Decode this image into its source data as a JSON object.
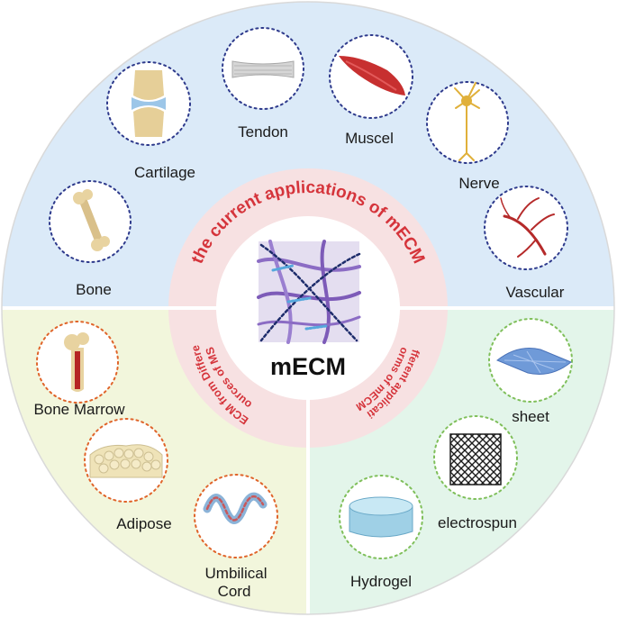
{
  "center": {
    "title": "mECM"
  },
  "rings": {
    "top": "the current applications of mECM",
    "bottom_left_line1": "mECM from Different",
    "bottom_left_line2": "Sources of MSC",
    "bottom_right_line1": "different application",
    "bottom_right_line2": "forms of mECM"
  },
  "applications": [
    {
      "label": "Bone",
      "icon": "bone-icon"
    },
    {
      "label": "Cartilage",
      "icon": "cartilage-joint-icon"
    },
    {
      "label": "Tendon",
      "icon": "tendon-icon"
    },
    {
      "label": "Muscel",
      "icon": "muscle-icon"
    },
    {
      "label": "Nerve",
      "icon": "neuron-icon"
    },
    {
      "label": "Vascular",
      "icon": "vascular-icon"
    }
  ],
  "sources": [
    {
      "label": "Bone Marrow",
      "icon": "femur-marrow-icon"
    },
    {
      "label": "Adipose",
      "icon": "adipose-tissue-icon"
    },
    {
      "label_line1": "Umbilical",
      "label_line2": "Cord",
      "icon": "umbilical-cord-icon"
    }
  ],
  "forms": [
    {
      "label": "sheet",
      "icon": "sheet-icon"
    },
    {
      "label": "electrospun",
      "icon": "electrospun-fiber-icon"
    },
    {
      "label": "Hydrogel",
      "icon": "hydrogel-icon"
    }
  ],
  "colors": {
    "top_sector": "#dbeaf8",
    "left_sector": "#f2f6dc",
    "right_sector": "#e3f5ea",
    "inner_ring": "#f7e1e2",
    "ring_text": "#d5343b",
    "blue_dots": "#2e3a8c",
    "orange_dots": "#e0642a",
    "green_dots": "#7fbf5a",
    "divider": "#d9d9d9"
  }
}
